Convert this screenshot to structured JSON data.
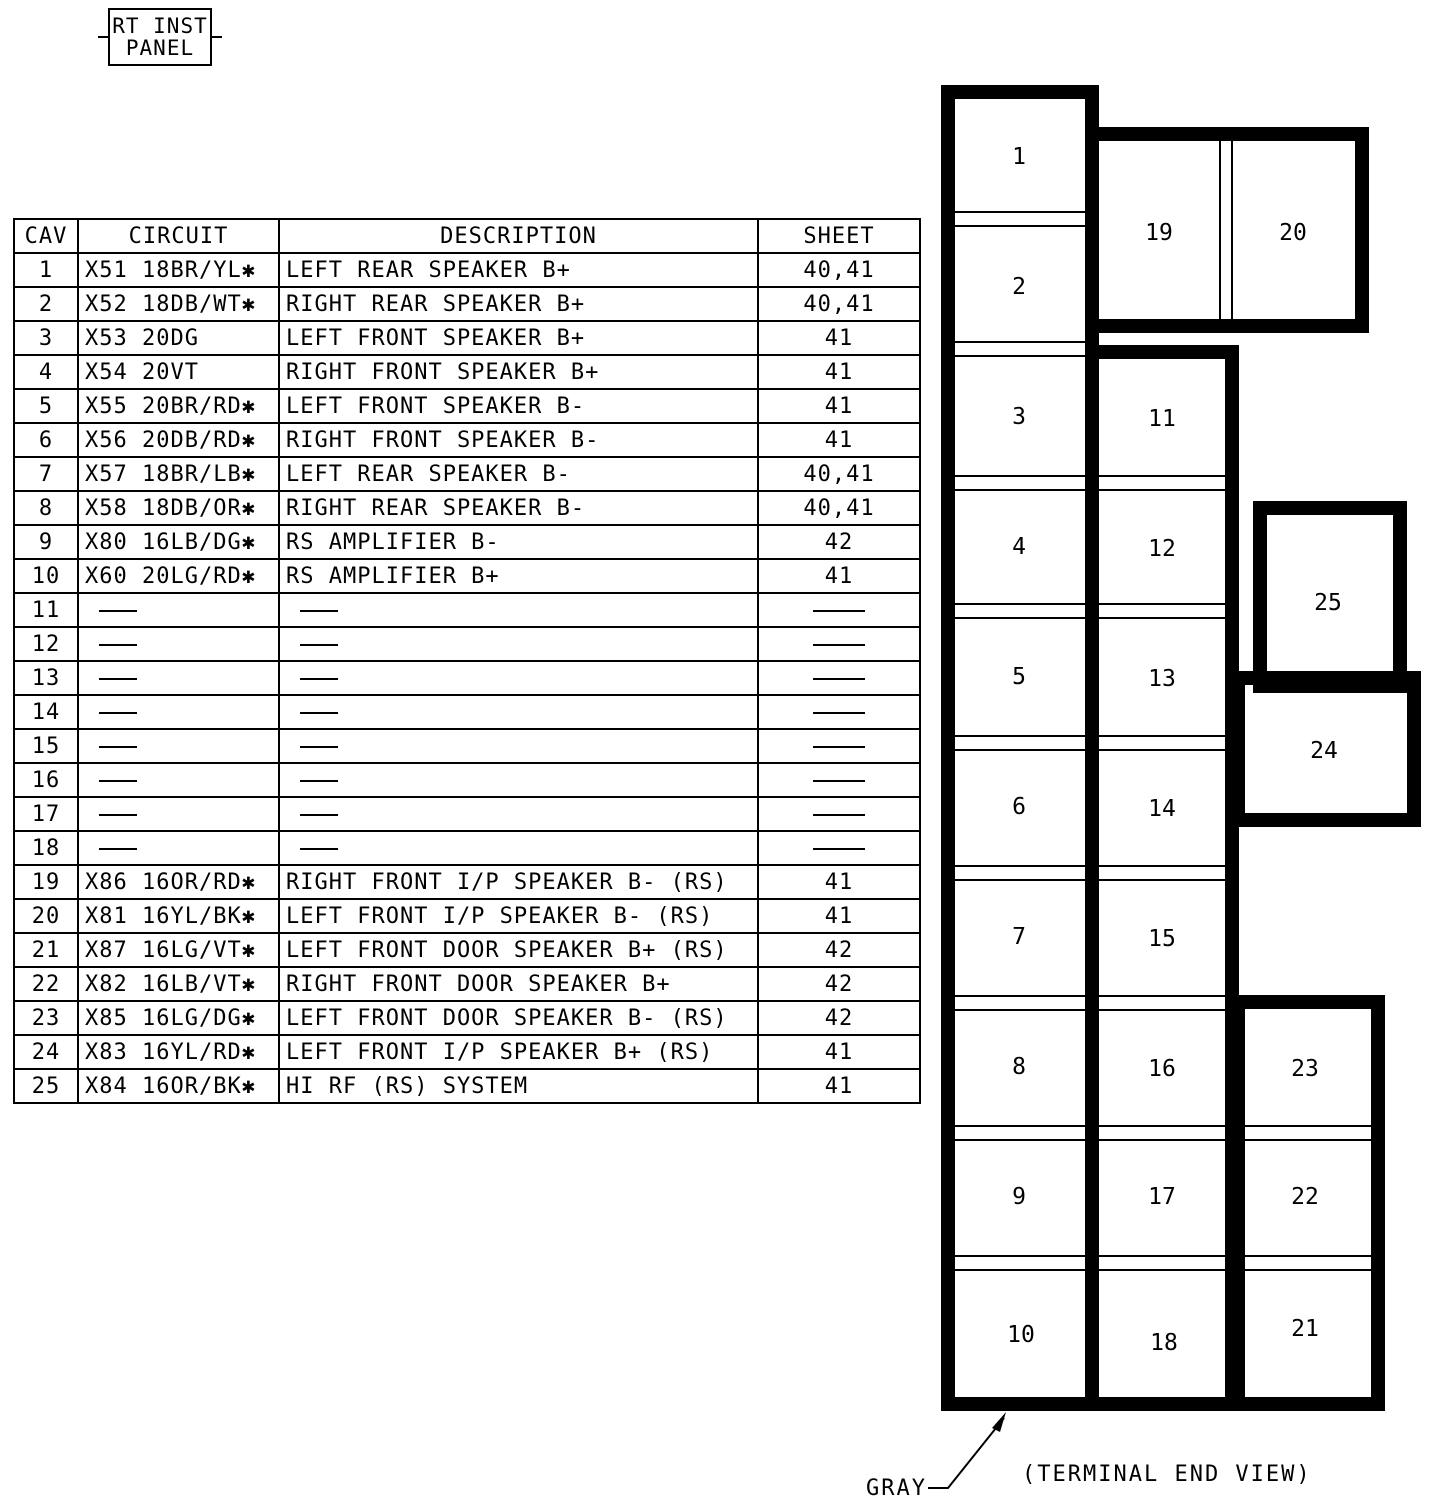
{
  "connector_label": {
    "line1": "RT INST",
    "line2": "PANEL"
  },
  "table": {
    "headers": {
      "cav": "CAV",
      "circuit": "CIRCUIT",
      "description": "DESCRIPTION",
      "sheet": "SHEET"
    },
    "rows": [
      {
        "cav": "1",
        "circuit": "X51 18BR/YL✱",
        "description": "LEFT REAR SPEAKER B+",
        "sheet": "40,41"
      },
      {
        "cav": "2",
        "circuit": "X52 18DB/WT✱",
        "description": "RIGHT REAR SPEAKER B+",
        "sheet": "40,41"
      },
      {
        "cav": "3",
        "circuit": "X53 20DG",
        "description": "LEFT FRONT SPEAKER B+",
        "sheet": "41"
      },
      {
        "cav": "4",
        "circuit": "X54 20VT",
        "description": "RIGHT FRONT SPEAKER B+",
        "sheet": "41"
      },
      {
        "cav": "5",
        "circuit": "X55 20BR/RD✱",
        "description": "LEFT FRONT SPEAKER B-",
        "sheet": "41"
      },
      {
        "cav": "6",
        "circuit": "X56 20DB/RD✱",
        "description": "RIGHT FRONT SPEAKER B-",
        "sheet": "41"
      },
      {
        "cav": "7",
        "circuit": "X57 18BR/LB✱",
        "description": "LEFT REAR SPEAKER B-",
        "sheet": "40,41"
      },
      {
        "cav": "8",
        "circuit": "X58 18DB/OR✱",
        "description": "RIGHT REAR SPEAKER B-",
        "sheet": "40,41"
      },
      {
        "cav": "9",
        "circuit": "X80 16LB/DG✱",
        "description": "RS AMPLIFIER B-",
        "sheet": "42"
      },
      {
        "cav": "10",
        "circuit": "X60 20LG/RD✱",
        "description": "RS AMPLIFIER B+",
        "sheet": "41"
      },
      {
        "cav": "11",
        "circuit": "",
        "description": "",
        "sheet": ""
      },
      {
        "cav": "12",
        "circuit": "",
        "description": "",
        "sheet": ""
      },
      {
        "cav": "13",
        "circuit": "",
        "description": "",
        "sheet": ""
      },
      {
        "cav": "14",
        "circuit": "",
        "description": "",
        "sheet": ""
      },
      {
        "cav": "15",
        "circuit": "",
        "description": "",
        "sheet": ""
      },
      {
        "cav": "16",
        "circuit": "",
        "description": "",
        "sheet": ""
      },
      {
        "cav": "17",
        "circuit": "",
        "description": "",
        "sheet": ""
      },
      {
        "cav": "18",
        "circuit": "",
        "description": "",
        "sheet": ""
      },
      {
        "cav": "19",
        "circuit": "X86 16OR/RD✱",
        "description": "RIGHT FRONT I/P SPEAKER B- (RS)",
        "sheet": "41"
      },
      {
        "cav": "20",
        "circuit": "X81 16YL/BK✱",
        "description": "LEFT FRONT I/P SPEAKER B- (RS)",
        "sheet": "41"
      },
      {
        "cav": "21",
        "circuit": "X87 16LG/VT✱",
        "description": "LEFT FRONT DOOR SPEAKER B+ (RS)",
        "sheet": "42"
      },
      {
        "cav": "22",
        "circuit": "X82 16LB/VT✱",
        "description": "RIGHT FRONT DOOR SPEAKER B+",
        "sheet": "42"
      },
      {
        "cav": "23",
        "circuit": "X85 16LG/DG✱",
        "description": "LEFT FRONT DOOR SPEAKER B- (RS)",
        "sheet": "42"
      },
      {
        "cav": "24",
        "circuit": "X83 16YL/RD✱",
        "description": "LEFT FRONT I/P SPEAKER B+ (RS)",
        "sheet": "41"
      },
      {
        "cav": "25",
        "circuit": "X84 16OR/BK✱",
        "description": "HI RF (RS) SYSTEM",
        "sheet": "41"
      }
    ]
  },
  "connector": {
    "cavities": [
      "1",
      "2",
      "3",
      "4",
      "5",
      "6",
      "7",
      "8",
      "9",
      "10",
      "11",
      "12",
      "13",
      "14",
      "15",
      "16",
      "17",
      "18",
      "19",
      "20",
      "21",
      "22",
      "23",
      "24",
      "25"
    ],
    "color_label": "GRAY",
    "view_label": "(TERMINAL END VIEW)"
  }
}
